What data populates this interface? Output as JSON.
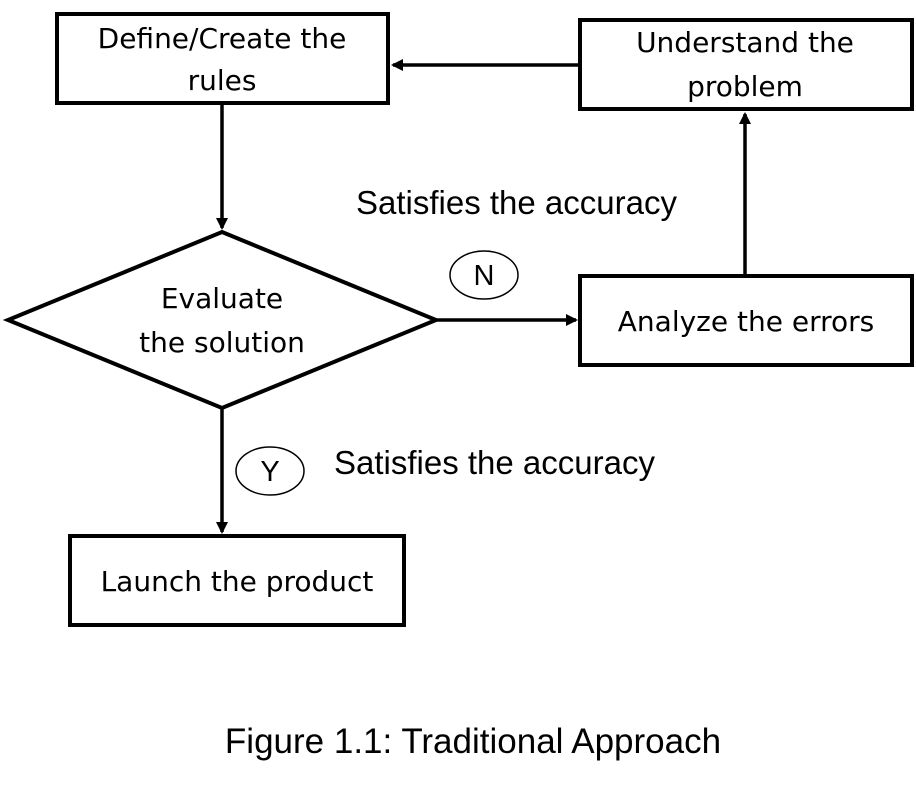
{
  "nodes": {
    "define_rules": {
      "line1": "Define/Create the",
      "line2": "rules"
    },
    "understand_problem": {
      "line1": "Understand the",
      "line2": "problem"
    },
    "evaluate_solution": {
      "line1": "Evaluate",
      "line2": "the solution"
    },
    "analyze_errors": {
      "line1": "Analyze the errors"
    },
    "launch_product": {
      "line1": "Launch the product"
    }
  },
  "edge_labels": {
    "no_branch_text": "Satisfies the accuracy",
    "no_branch_marker": "N",
    "yes_branch_text": "Satisfies the accuracy",
    "yes_branch_marker": "Y"
  },
  "caption": "Figure 1.1: Traditional Approach"
}
